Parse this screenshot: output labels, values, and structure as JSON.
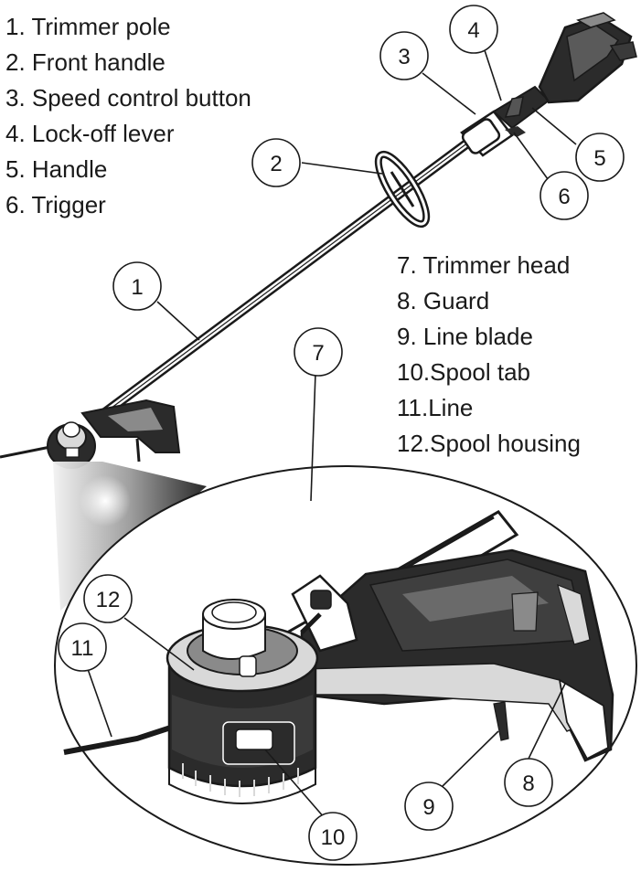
{
  "legend_top": [
    {
      "text": "1. Trimmer pole"
    },
    {
      "text": "2. Front handle"
    },
    {
      "text": "3. Speed control button"
    },
    {
      "text": "4. Lock-off lever"
    },
    {
      "text": "5. Handle"
    },
    {
      "text": "6. Trigger"
    }
  ],
  "legend_bottom": [
    {
      "text": "7. Trimmer head"
    },
    {
      "text": "8.  Guard"
    },
    {
      "text": "9.  Line blade"
    },
    {
      "text": "10.Spool tab"
    },
    {
      "text": "11.Line"
    },
    {
      "text": "12.Spool housing"
    }
  ],
  "callouts": {
    "c1": "1",
    "c2": "2",
    "c3": "3",
    "c4": "4",
    "c5": "5",
    "c6": "6",
    "c7": "7",
    "c8": "8",
    "c9": "9",
    "c10": "10",
    "c11": "11",
    "c12": "12"
  },
  "colors": {
    "ink": "#1a1a1a",
    "fill_dark": "#2b2b2b",
    "fill_mid": "#8a8a8a",
    "fill_light": "#d9d9d9"
  }
}
